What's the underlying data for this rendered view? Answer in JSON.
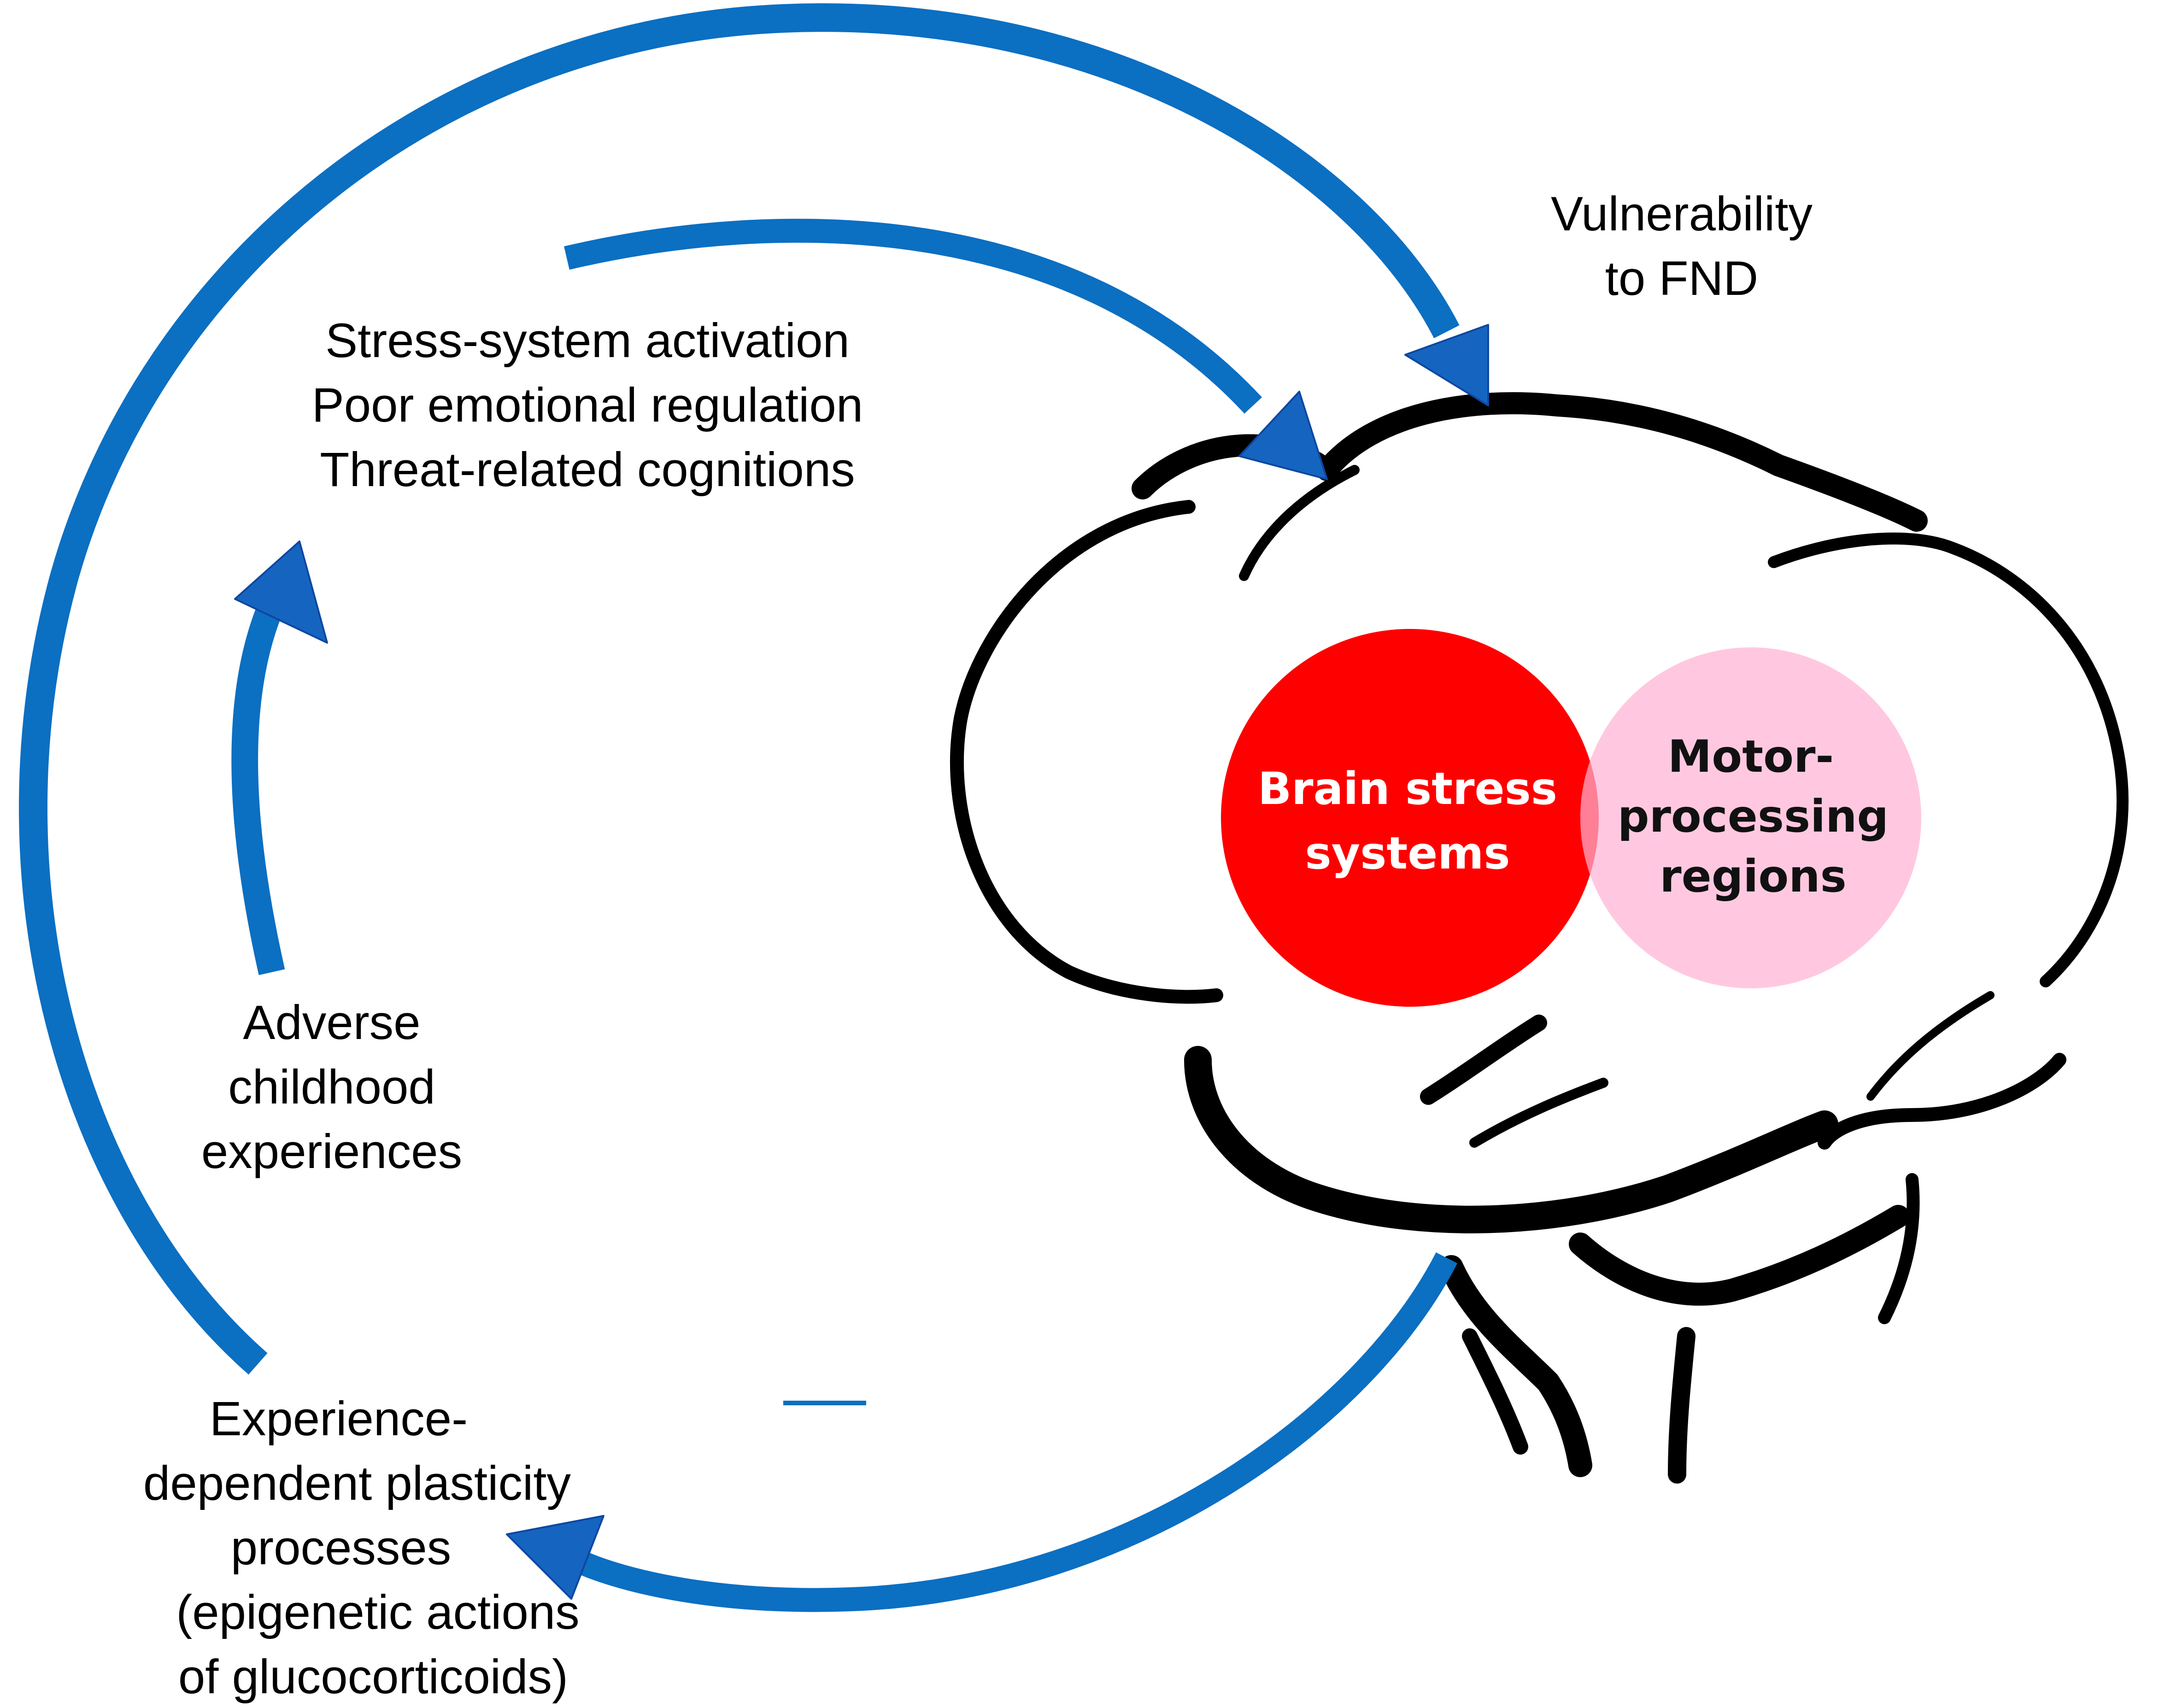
{
  "colors": {
    "arrow": "#0b6fc2",
    "arrow_head": "#1565c0",
    "brain_outline": "#000000",
    "brain_stress_circle": "#ff0000",
    "motor_circle": "#ffb6d9",
    "overlap": "#ff7f96",
    "label_text": "#000000",
    "brain_stress_label": "#ffffff",
    "motor_label": "#000000"
  },
  "labels": {
    "vulnerability": [
      "Vulnerability",
      "to FND"
    ],
    "stress_system": [
      "Stress-system activation",
      "Poor emotional regulation",
      "Threat-related cognitions"
    ],
    "adverse": [
      "Adverse",
      "childhood",
      "experiences"
    ],
    "plasticity": [
      "Experience-",
      "dependent plasticity",
      "processes",
      "(epigenetic actions",
      "of glucocorticoids)"
    ],
    "brain_stress": [
      "Brain stress",
      "systems"
    ],
    "motor": [
      "Motor-",
      "processing",
      "regions"
    ]
  }
}
